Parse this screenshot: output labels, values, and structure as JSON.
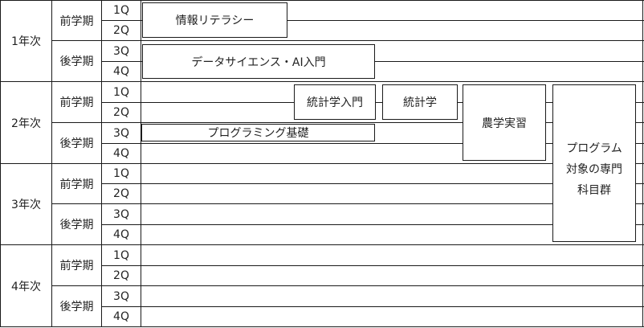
{
  "years": [
    {
      "label": "1年次",
      "terms": [
        {
          "label": "前学期",
          "quarters": [
            "1Q",
            "2Q"
          ]
        },
        {
          "label": "後学期",
          "quarters": [
            "3Q",
            "4Q"
          ]
        }
      ]
    },
    {
      "label": "2年次",
      "terms": [
        {
          "label": "前学期",
          "quarters": [
            "1Q",
            "2Q"
          ]
        },
        {
          "label": "後学期",
          "quarters": [
            "3Q",
            "4Q"
          ]
        }
      ]
    },
    {
      "label": "3年次",
      "terms": [
        {
          "label": "前学期",
          "quarters": [
            "1Q",
            "2Q"
          ]
        },
        {
          "label": "後学期",
          "quarters": [
            "3Q",
            "4Q"
          ]
        }
      ]
    },
    {
      "label": "4年次",
      "terms": [
        {
          "label": "前学期",
          "quarters": [
            "1Q",
            "2Q"
          ]
        },
        {
          "label": "後学期",
          "quarters": [
            "3Q",
            "4Q"
          ]
        }
      ]
    }
  ],
  "courses": {
    "info_literacy": "情報リテラシー",
    "data_science_intro": "データサイエンス・AI入門",
    "statistics_intro": "統計学入門",
    "statistics": "統計学",
    "agri_practice": "農学実習",
    "programming_basics": "プログラミング基礎",
    "specialized_group": [
      "プログラム",
      "対象の専門",
      "科目群"
    ]
  }
}
